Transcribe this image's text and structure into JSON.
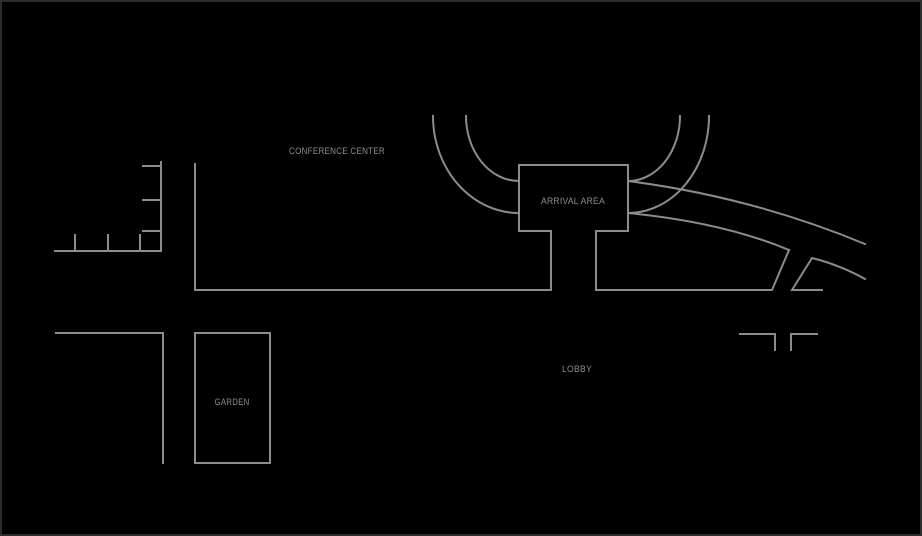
{
  "colors": {
    "background": "#000000",
    "border": "#2e2e30",
    "line": "#8c8c8c",
    "text": "#8f8f8f"
  },
  "map": {
    "labels": {
      "conference_center": "CONFERENCE CENTER",
      "arrival_area": "ARRIVAL AREA",
      "lobby": "LOBBY",
      "garden": "GARDEN"
    }
  }
}
